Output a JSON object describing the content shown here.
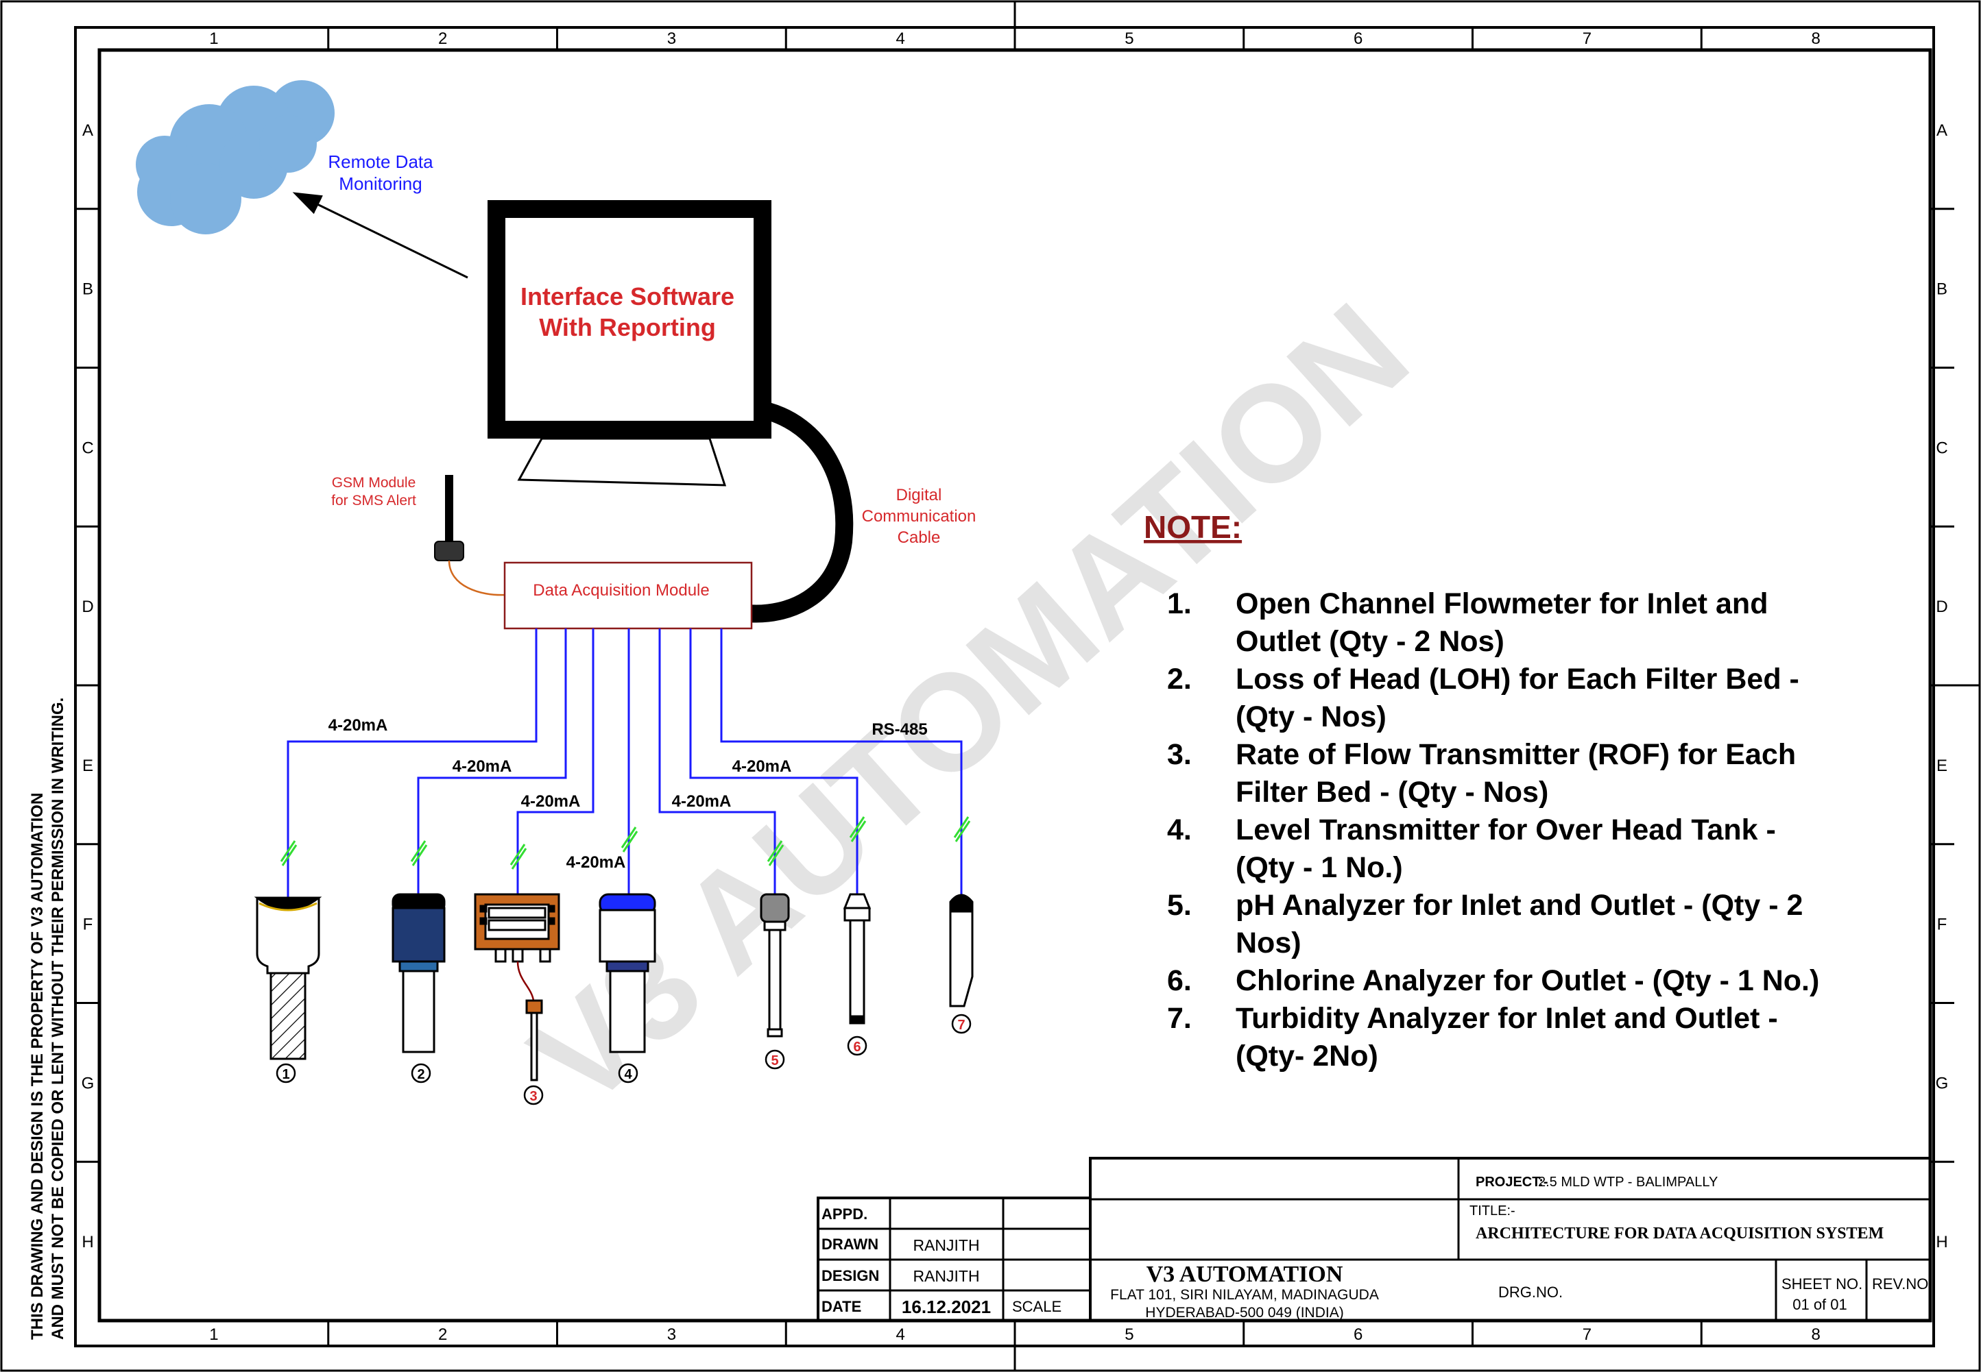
{
  "grid": {
    "columns": [
      "1",
      "2",
      "3",
      "4",
      "5",
      "6",
      "7",
      "8"
    ],
    "rows": [
      "A",
      "B",
      "C",
      "D",
      "E",
      "F",
      "G",
      "H"
    ]
  },
  "side_note": {
    "line1": "THIS DRAWING AND DESIGN IS THE PROPERTY OF V3 AUTOMATION",
    "line2": "AND MUST NOT BE COPIED OR LENT WITHOUT THEIR PERMISSION IN WRITING."
  },
  "watermark": "V3 AUTOMATION",
  "diagram": {
    "cloud_label": [
      "Remote Data",
      "Monitoring"
    ],
    "monitor_label": [
      "Interface Software",
      "With Reporting"
    ],
    "gsm_label": [
      "GSM Module",
      "for SMS Alert"
    ],
    "cable_label": [
      "Digital",
      "Communication",
      "Cable"
    ],
    "dam_label": "Data Acquisition Module",
    "signals": {
      "s1": "4-20mA",
      "s2": "4-20mA",
      "s3": "4-20mA",
      "s4": "4-20mA",
      "s5": "4-20mA",
      "s6": "4-20mA",
      "s7": "RS-485"
    },
    "instrument_numbers": [
      "1",
      "2",
      "3",
      "4",
      "5",
      "6",
      "7"
    ],
    "colors": {
      "cloud": "#7fb2e0",
      "signal_wire": "#1a1aff",
      "shield_mark": "#33dd33",
      "label_red": "#d6282b",
      "label_blue": "#1a1aff",
      "note_title": "#8b1a1a",
      "dam_border": "#8b1a1a",
      "gsm_wire": "#d2691e"
    }
  },
  "note": {
    "title": "NOTE:",
    "items": [
      {
        "num": "1.",
        "lines": [
          "Open Channel Flowmeter for Inlet and",
          "Outlet (Qty - 2 Nos)"
        ]
      },
      {
        "num": "2.",
        "lines": [
          "Loss of Head (LOH) for Each Filter Bed -",
          "(Qty -  Nos)"
        ]
      },
      {
        "num": "3.",
        "lines": [
          "Rate of Flow Transmitter (ROF) for Each",
          "Filter Bed - (Qty -  Nos)"
        ]
      },
      {
        "num": "4.",
        "lines": [
          "Level Transmitter for Over Head Tank -",
          "(Qty - 1 No.)"
        ]
      },
      {
        "num": "5.",
        "lines": [
          "pH Analyzer for Inlet and Outlet - (Qty - 2",
          "Nos)"
        ]
      },
      {
        "num": "6.",
        "lines": [
          "Chlorine Analyzer for Outlet - (Qty - 1 No.)"
        ]
      },
      {
        "num": "7.",
        "lines": [
          "Turbidity Analyzer for Inlet and Outlet -",
          "(Qty- 2No)"
        ]
      }
    ]
  },
  "title_block": {
    "appd": "APPD.",
    "drawn_label": "DRAWN",
    "drawn_value": "RANJITH",
    "design_label": "DESIGN",
    "design_value": "RANJITH",
    "date_label": "DATE",
    "date_value": "16.12.2021",
    "scale_label": "SCALE",
    "company": "V3  AUTOMATION",
    "address1": "FLAT 101, SIRI NILAYAM, MADINAGUDA",
    "address2": "HYDERABAD-500 049 (INDIA)",
    "project_label": "PROJECT:-",
    "project_value": "2.5 MLD WTP - BALIMPALLY",
    "title_label": "TITLE:-",
    "title_value": "ARCHITECTURE FOR DATA ACQUISITION SYSTEM",
    "drg_label": "DRG.NO.",
    "sheet_label": "SHEET NO.",
    "sheet_value": "01  of  01",
    "rev_label": "REV.NO."
  }
}
